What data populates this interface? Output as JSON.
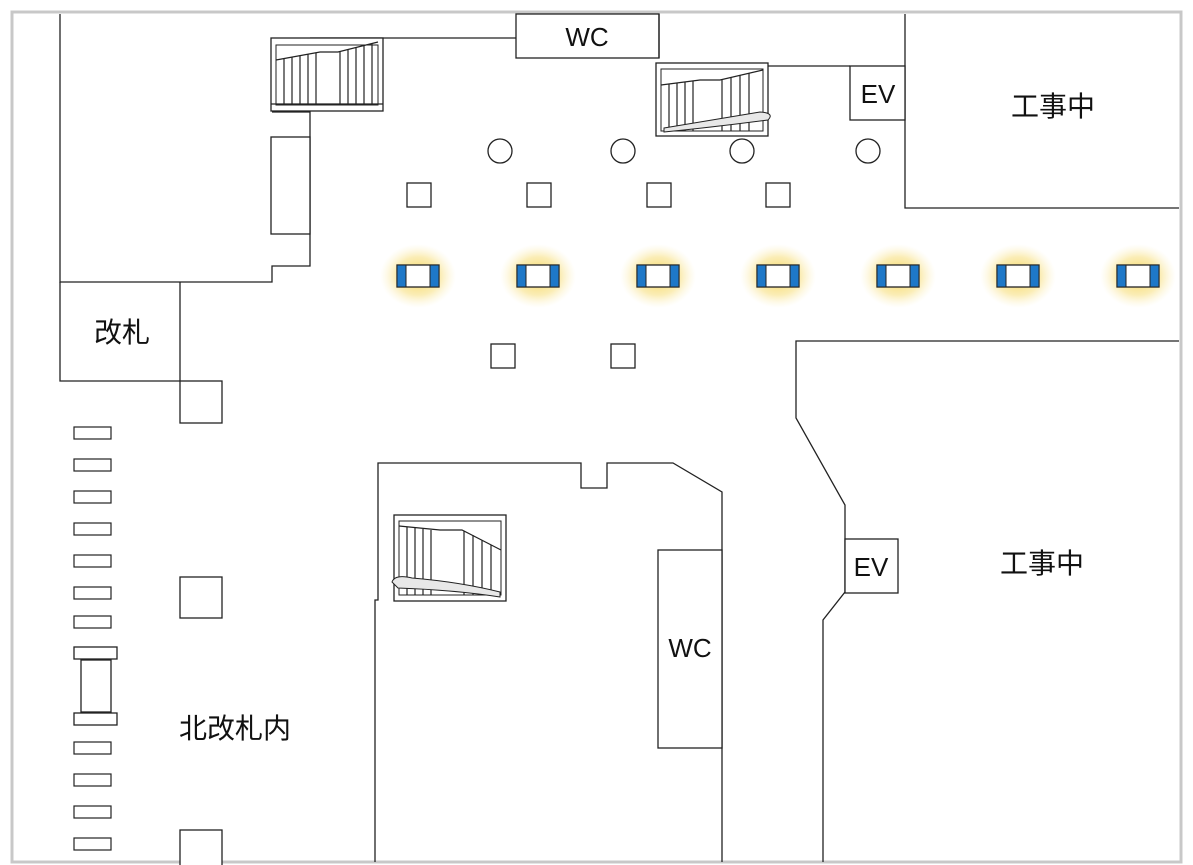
{
  "map": {
    "colors": {
      "frame": "#c8c8c8",
      "wall": "#222222",
      "ticket_gate_blue": "#1e78c8",
      "highlight_glow": "#f5d24a",
      "background": "#ffffff"
    },
    "labels": {
      "wc_top": "WC",
      "ev_top": "EV",
      "construction_top": "工事中",
      "ticket_gate": "改札",
      "ev_mid": "EV",
      "construction_mid": "工事中",
      "wc_mid": "WC",
      "north_gate_inside": "北改札内"
    },
    "highlighted_ticket_gates": {
      "count": 7,
      "icon": "ticket-gate-icon"
    },
    "icons": [
      "stairs-icon",
      "escalator-icon",
      "pillar-icon",
      "ticket-gate-icon"
    ]
  }
}
